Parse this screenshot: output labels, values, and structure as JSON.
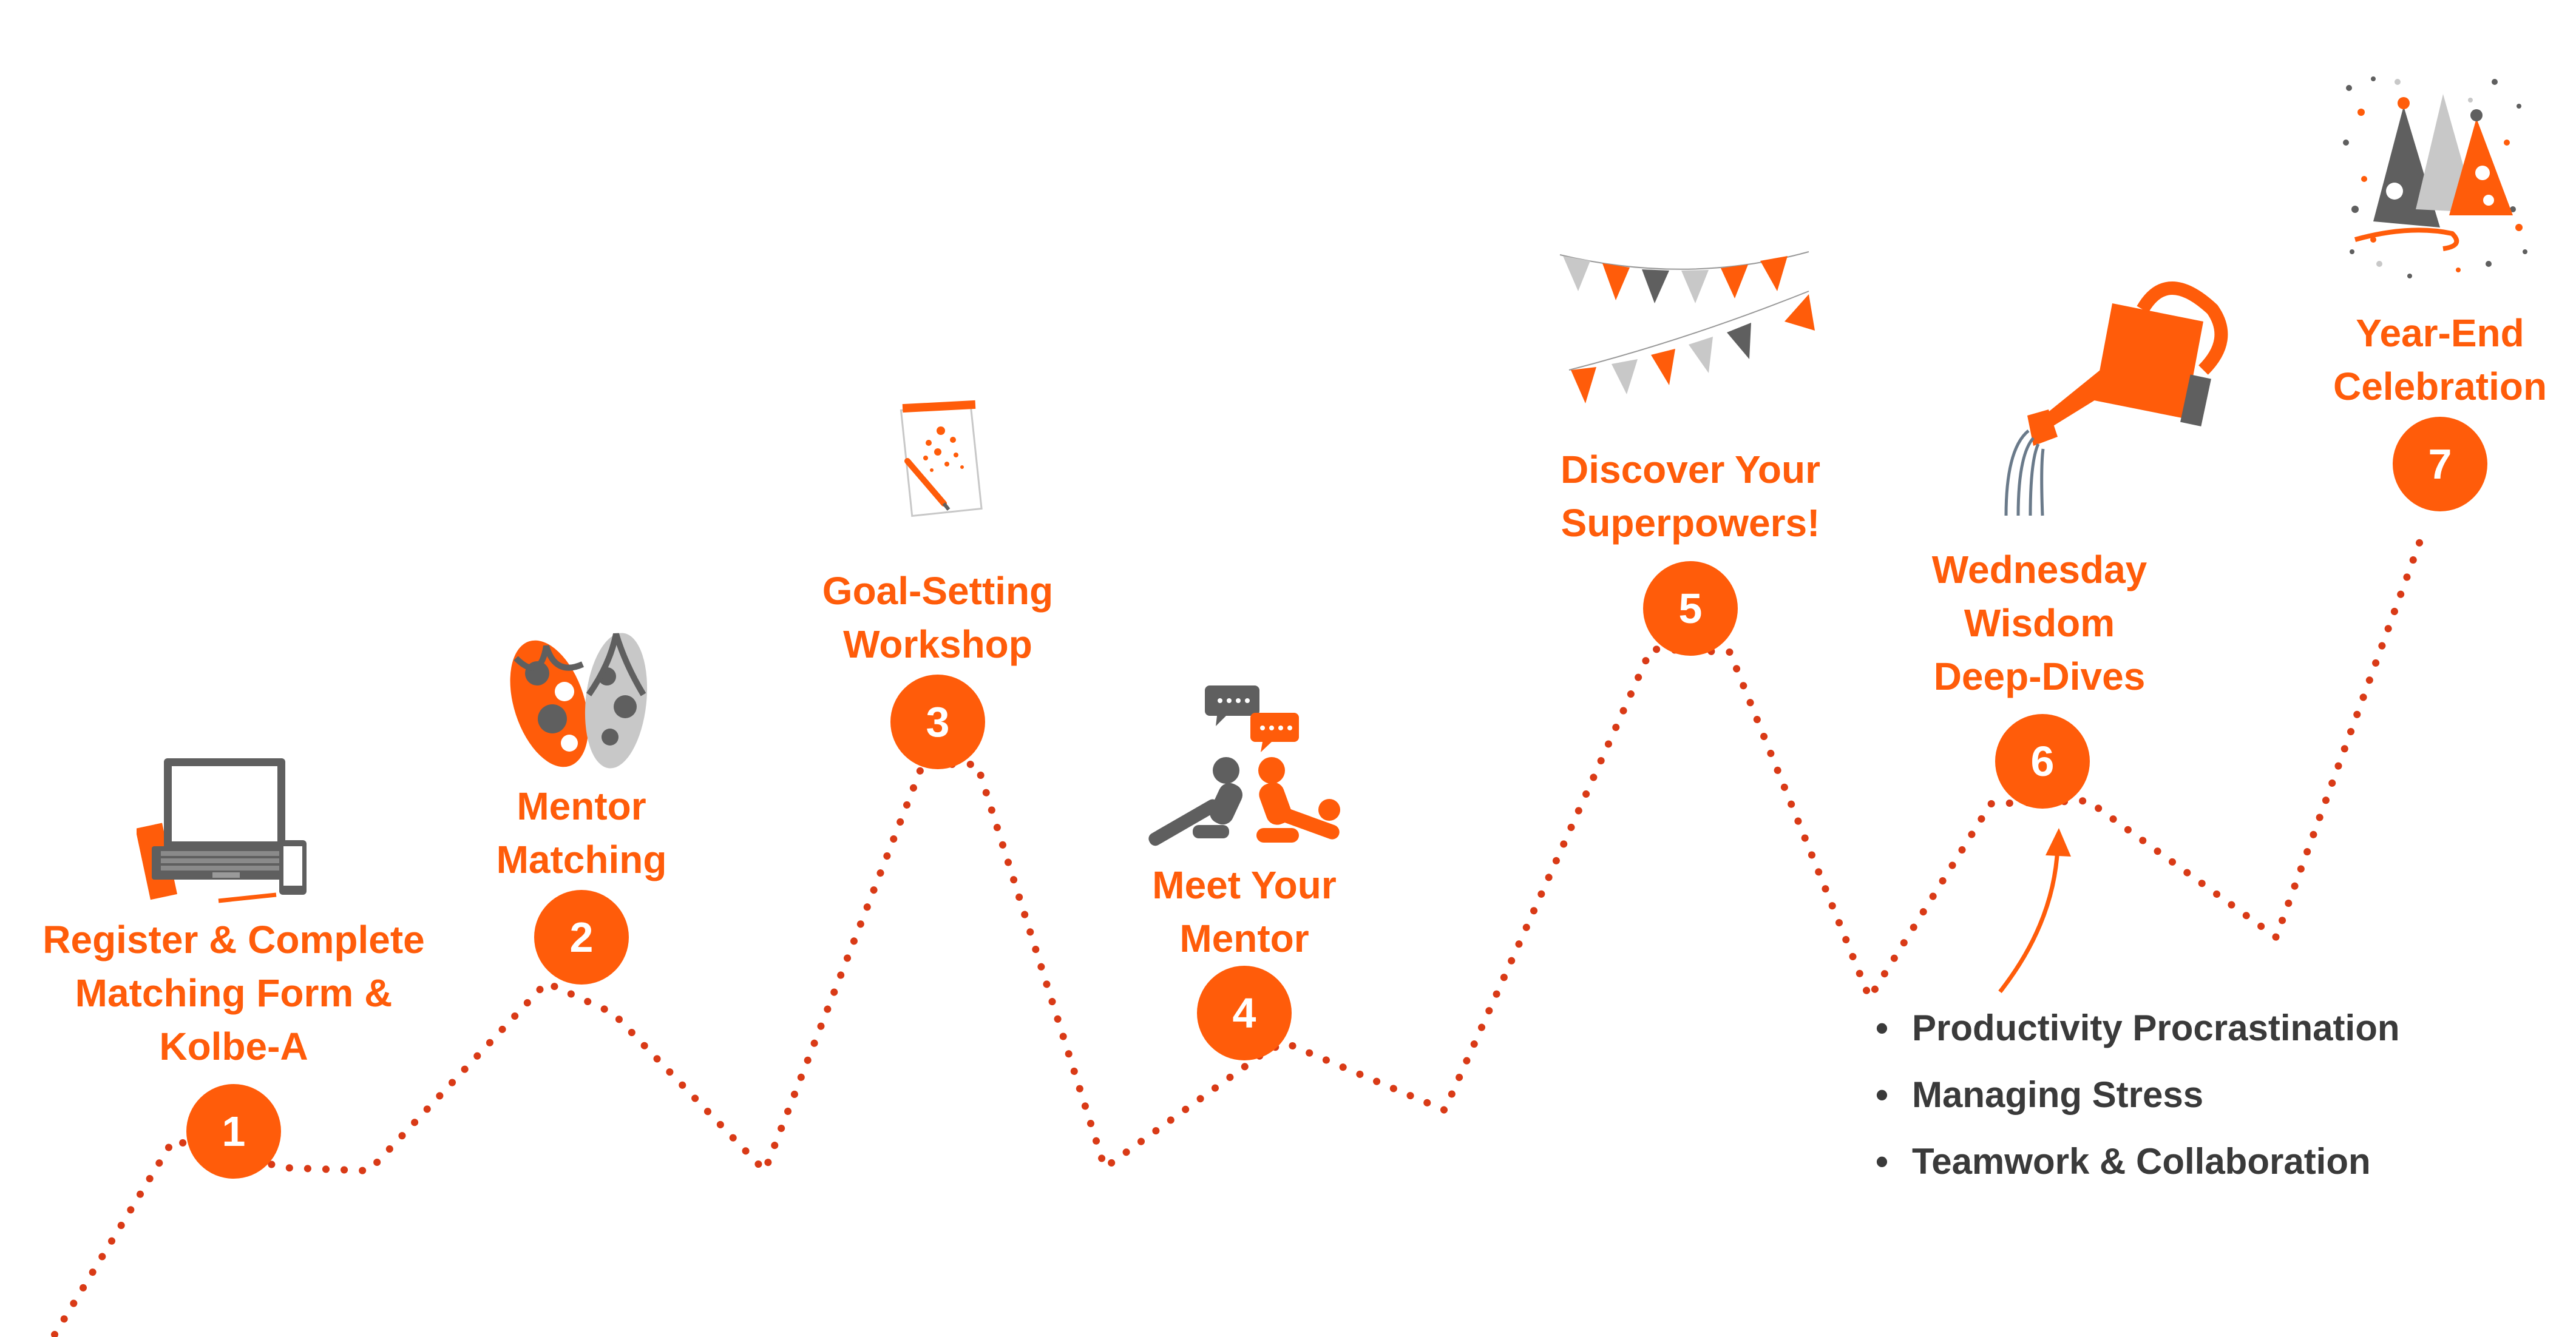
{
  "colors": {
    "accent": "#FF5C0A",
    "path": "#D93A16",
    "gray": "#5F5F5F",
    "light_gray": "#C8C8C8",
    "text_dark": "#3A3A3A"
  },
  "steps": [
    {
      "number": "1",
      "label": "Register & Complete\nMatching Form &\nKolbe-A",
      "icon": "laptop-icon"
    },
    {
      "number": "2",
      "label": "Mentor\nMatching",
      "icon": "flip-flops-icon"
    },
    {
      "number": "3",
      "label": "Goal-Setting\nWorkshop",
      "icon": "notepad-icon"
    },
    {
      "number": "4",
      "label": "Meet Your\nMentor",
      "icon": "chat-figures-icon"
    },
    {
      "number": "5",
      "label": "Discover Your\nSuperpowers!",
      "icon": "bunting-icon"
    },
    {
      "number": "6",
      "label": "Wednesday\nWisdom\nDeep-Dives",
      "icon": "watering-can-icon"
    },
    {
      "number": "7",
      "label": "Year-End\nCelebration",
      "icon": "party-hats-icon"
    }
  ],
  "topics": [
    "Productivity  Procrastination",
    "Managing Stress",
    "Teamwork & Collaboration"
  ]
}
